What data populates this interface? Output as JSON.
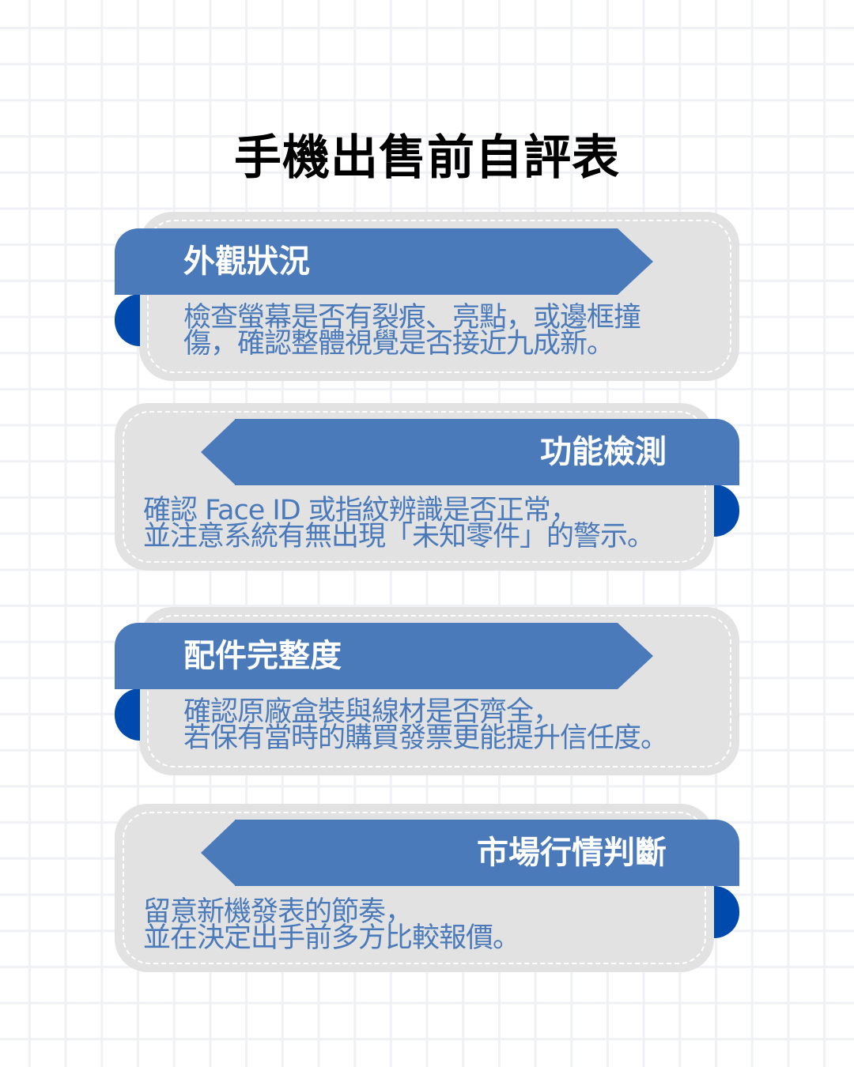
{
  "title": "手機出售前自評表",
  "colors": {
    "ribbon": "#4a7aba",
    "fold": "#004aad",
    "card": "#e2e2e2",
    "body_text": "#4a7aba",
    "title": "#000000",
    "grid": "#eff1f4"
  },
  "sections": [
    {
      "heading": "外觀狀況",
      "lines": [
        "檢查螢幕是否有裂痕、亮點，或邊框撞",
        "傷，確認整體視覺是否接近九成新。"
      ],
      "arrow": "right"
    },
    {
      "heading": "功能檢測",
      "lines": [
        "確認 Face ID 或指紋辨識是否正常，",
        "並注意系統有無出現「未知零件」的警示。"
      ],
      "arrow": "left"
    },
    {
      "heading": "配件完整度",
      "lines": [
        "確認原廠盒裝與線材是否齊全，",
        "若保有當時的購買發票更能提升信任度。"
      ],
      "arrow": "right"
    },
    {
      "heading": "市場行情判斷",
      "lines": [
        "留意新機發表的節奏，",
        "並在決定出手前多方比較報價。"
      ],
      "arrow": "left"
    }
  ]
}
